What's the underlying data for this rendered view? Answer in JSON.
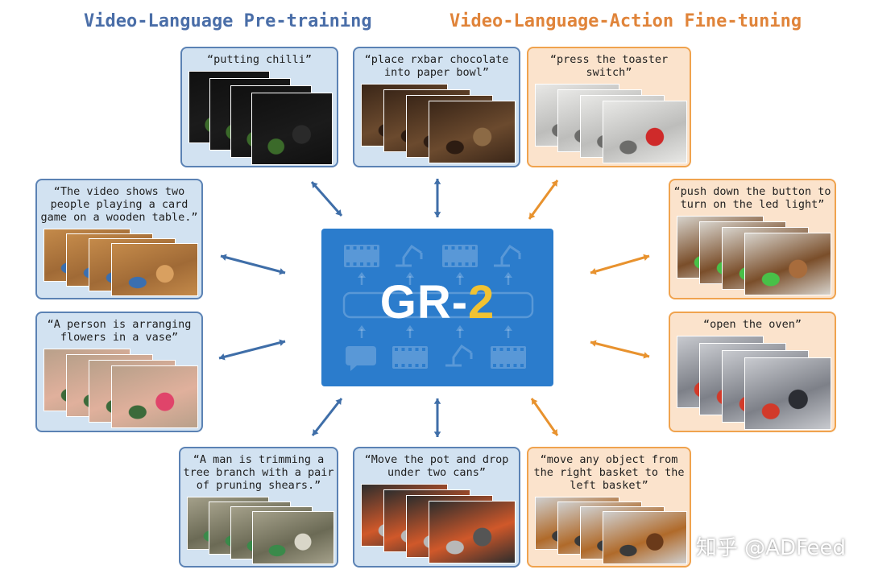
{
  "headings": {
    "left": "Video-Language Pre-training",
    "right": "Video-Language-Action Fine-tuning",
    "left_color": "#4a6ea8",
    "right_color": "#e0843a"
  },
  "center": {
    "logo_main": "GR-",
    "logo_num": "2",
    "bg_color": "#2b7ccc",
    "icons": [
      "film-icon",
      "robot-arm-icon",
      "chat-bubble-icon",
      "up-arrow-icon"
    ]
  },
  "cards": [
    {
      "id": "putting-chilli",
      "group": "pre-training",
      "caption": "“putting chilli”",
      "scene": "dark-kitchen"
    },
    {
      "id": "rxbar-chocolate",
      "group": "pre-training",
      "caption": "“place rxbar chocolate\ninto paper bowl”",
      "scene": "wood-table"
    },
    {
      "id": "press-toaster",
      "group": "fine-tuning",
      "caption": "“press the toaster\nswitch”",
      "scene": "robot-white"
    },
    {
      "id": "card-game",
      "group": "pre-training",
      "caption": "“The video shows two\npeople playing a card\ngame on a wooden table.”",
      "scene": "wood-cards"
    },
    {
      "id": "led-light",
      "group": "fine-tuning",
      "caption": "“push down the button to\nturn on the led light”",
      "scene": "robot-wood"
    },
    {
      "id": "arranging-flowers",
      "group": "pre-training",
      "caption": "“A person is arranging\nflowers in a vase”",
      "scene": "flowers"
    },
    {
      "id": "open-oven",
      "group": "fine-tuning",
      "caption": "“open the oven”",
      "scene": "robot-grey"
    },
    {
      "id": "trimming-branch",
      "group": "pre-training",
      "caption": "“A man is trimming a\ntree branch with a pair\nof pruning shears.”",
      "scene": "tree"
    },
    {
      "id": "pot-cans",
      "group": "pre-training",
      "caption": "“Move the pot and drop\nunder two cans”",
      "scene": "orange-table"
    },
    {
      "id": "basket",
      "group": "fine-tuning",
      "caption": "“move any object from\nthe right basket to the\nleft basket”",
      "scene": "robot-basket"
    }
  ],
  "watermark": "知乎 @ADFeed"
}
